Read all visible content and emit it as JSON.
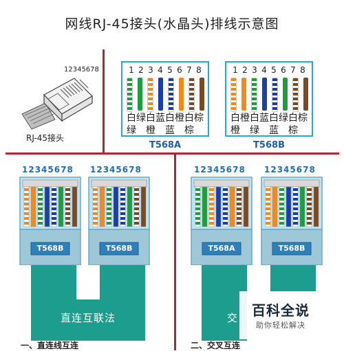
{
  "title": "网线RJ-45接头(水晶头)排线示意图",
  "rj45": {
    "numbers": "12345678",
    "label": "RJ-45接头"
  },
  "standards": [
    {
      "name": "T568A",
      "numbers": [
        "1",
        "2",
        "3",
        "4",
        "5",
        "6",
        "7",
        "8"
      ],
      "line1": [
        "白",
        "绿",
        "白",
        "蓝",
        "白",
        "橙",
        "白",
        "棕"
      ],
      "line2": [
        "绿",
        "",
        "橙",
        "",
        "蓝",
        "",
        "棕",
        ""
      ],
      "wires": [
        {
          "base": "#ffffff",
          "stripe": "#1d9d3e"
        },
        {
          "base": "#1d9d3e",
          "stripe": ""
        },
        {
          "base": "#ffffff",
          "stripe": "#f08a1c"
        },
        {
          "base": "#1b3fa6",
          "stripe": ""
        },
        {
          "base": "#ffffff",
          "stripe": "#1b3fa6"
        },
        {
          "base": "#f08a1c",
          "stripe": ""
        },
        {
          "base": "#ffffff",
          "stripe": "#7a4a22"
        },
        {
          "base": "#7a4a22",
          "stripe": ""
        }
      ]
    },
    {
      "name": "T568B",
      "numbers": [
        "1",
        "2",
        "3",
        "4",
        "5",
        "6",
        "7",
        "8"
      ],
      "line1": [
        "白",
        "橙",
        "白",
        "蓝",
        "白",
        "绿",
        "白",
        "棕"
      ],
      "line2": [
        "橙",
        "",
        "绿",
        "",
        "蓝",
        "",
        "棕",
        ""
      ],
      "wires": [
        {
          "base": "#ffffff",
          "stripe": "#f08a1c"
        },
        {
          "base": "#f08a1c",
          "stripe": ""
        },
        {
          "base": "#ffffff",
          "stripe": "#1d9d3e"
        },
        {
          "base": "#1b3fa6",
          "stripe": ""
        },
        {
          "base": "#ffffff",
          "stripe": "#1b3fa6"
        },
        {
          "base": "#1d9d3e",
          "stripe": ""
        },
        {
          "base": "#ffffff",
          "stripe": "#7a4a22"
        },
        {
          "base": "#7a4a22",
          "stripe": ""
        }
      ]
    }
  ],
  "plugs": [
    {
      "numbers": "12345678",
      "label": "T568B"
    },
    {
      "numbers": "12345678",
      "label": "T568B"
    },
    {
      "numbers": "12345678",
      "label": "T568A"
    },
    {
      "numbers": "12345678",
      "label": "T568B"
    }
  ],
  "straight": {
    "caption": "直连互联法",
    "section": "一、直连线互连"
  },
  "cross": {
    "caption": "交",
    "section": "二、交叉互连"
  },
  "watermark": {
    "brand": "百科全说",
    "slogan": "助你轻松解决"
  },
  "colors": {
    "divider": "#b5262c",
    "frame": "#2aa6d8",
    "cable": "#1d9d8e",
    "label_blue": "#1e5fae"
  }
}
